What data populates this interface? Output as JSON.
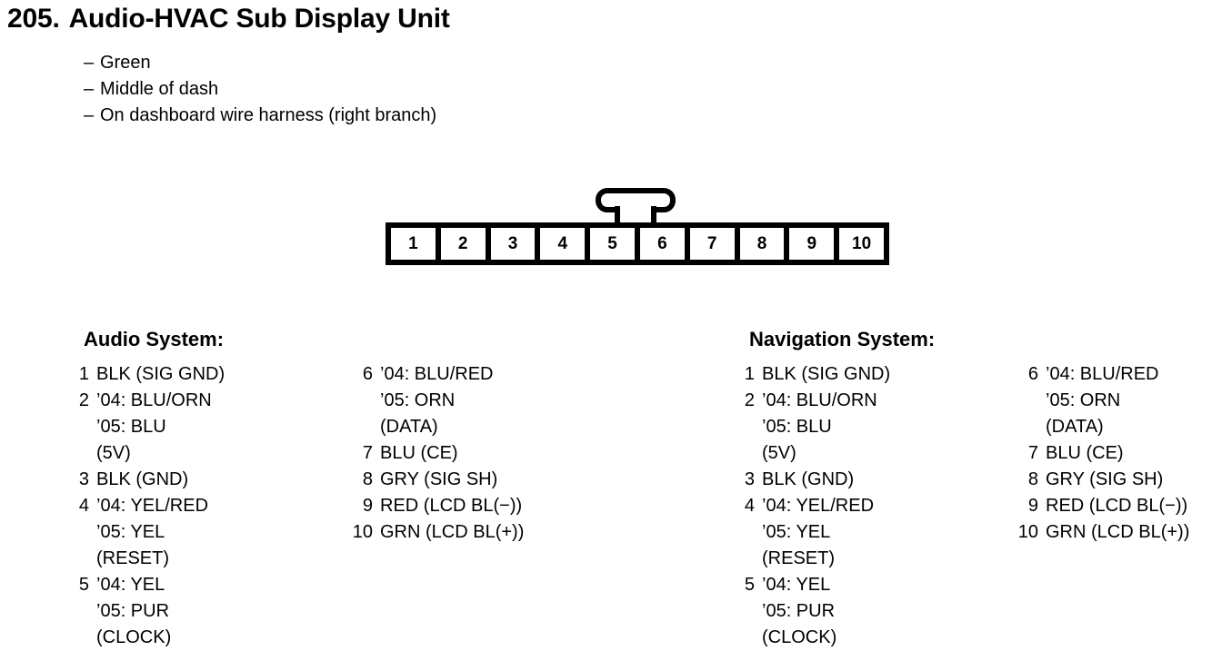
{
  "title": {
    "number": "205.",
    "name": "Audio-HVAC Sub Display Unit"
  },
  "bullets": [
    {
      "dash": "–",
      "text": "Green"
    },
    {
      "dash": "–",
      "text": "Middle of dash"
    },
    {
      "dash": "–",
      "text": "On dashboard wire harness (right branch)"
    }
  ],
  "connector": {
    "pin_count": 10,
    "pins": [
      "1",
      "2",
      "3",
      "4",
      "5",
      "6",
      "7",
      "8",
      "9",
      "10"
    ],
    "tab_position": "above pins 5-6"
  },
  "sections": [
    {
      "heading": "Audio System:",
      "column_a": [
        {
          "no": "1",
          "lines": [
            "BLK (SIG GND)"
          ]
        },
        {
          "no": "2",
          "lines": [
            "’04: BLU/ORN",
            "’05: BLU",
            "(5V)"
          ]
        },
        {
          "no": "3",
          "lines": [
            "BLK (GND)"
          ]
        },
        {
          "no": "4",
          "lines": [
            "’04: YEL/RED",
            "’05: YEL",
            "(RESET)"
          ]
        },
        {
          "no": "5",
          "lines": [
            "’04: YEL",
            "’05: PUR",
            "(CLOCK)"
          ]
        }
      ],
      "column_b": [
        {
          "no": "6",
          "lines": [
            "’04: BLU/RED",
            "’05: ORN",
            "(DATA)"
          ]
        },
        {
          "no": "7",
          "lines": [
            "BLU (CE)"
          ]
        },
        {
          "no": "8",
          "lines": [
            "GRY (SIG SH)"
          ]
        },
        {
          "no": "9",
          "lines": [
            "RED (LCD BL(−))"
          ]
        },
        {
          "no": "10",
          "lines": [
            "GRN (LCD BL(+))"
          ]
        }
      ]
    },
    {
      "heading": "Navigation System:",
      "column_a": [
        {
          "no": "1",
          "lines": [
            "BLK (SIG GND)"
          ]
        },
        {
          "no": "2",
          "lines": [
            "’04: BLU/ORN",
            "’05: BLU",
            "(5V)"
          ]
        },
        {
          "no": "3",
          "lines": [
            "BLK (GND)"
          ]
        },
        {
          "no": "4",
          "lines": [
            "’04: YEL/RED",
            "’05: YEL",
            "(RESET)"
          ]
        },
        {
          "no": "5",
          "lines": [
            "’04: YEL",
            "’05: PUR",
            "(CLOCK)"
          ]
        }
      ],
      "column_b": [
        {
          "no": "6",
          "lines": [
            "’04: BLU/RED",
            "’05: ORN",
            "(DATA)"
          ]
        },
        {
          "no": "7",
          "lines": [
            "BLU (CE)"
          ]
        },
        {
          "no": "8",
          "lines": [
            "GRY (SIG SH)"
          ]
        },
        {
          "no": "9",
          "lines": [
            "RED (LCD BL(−))"
          ]
        },
        {
          "no": "10",
          "lines": [
            "GRN (LCD BL(+))"
          ]
        }
      ]
    }
  ]
}
